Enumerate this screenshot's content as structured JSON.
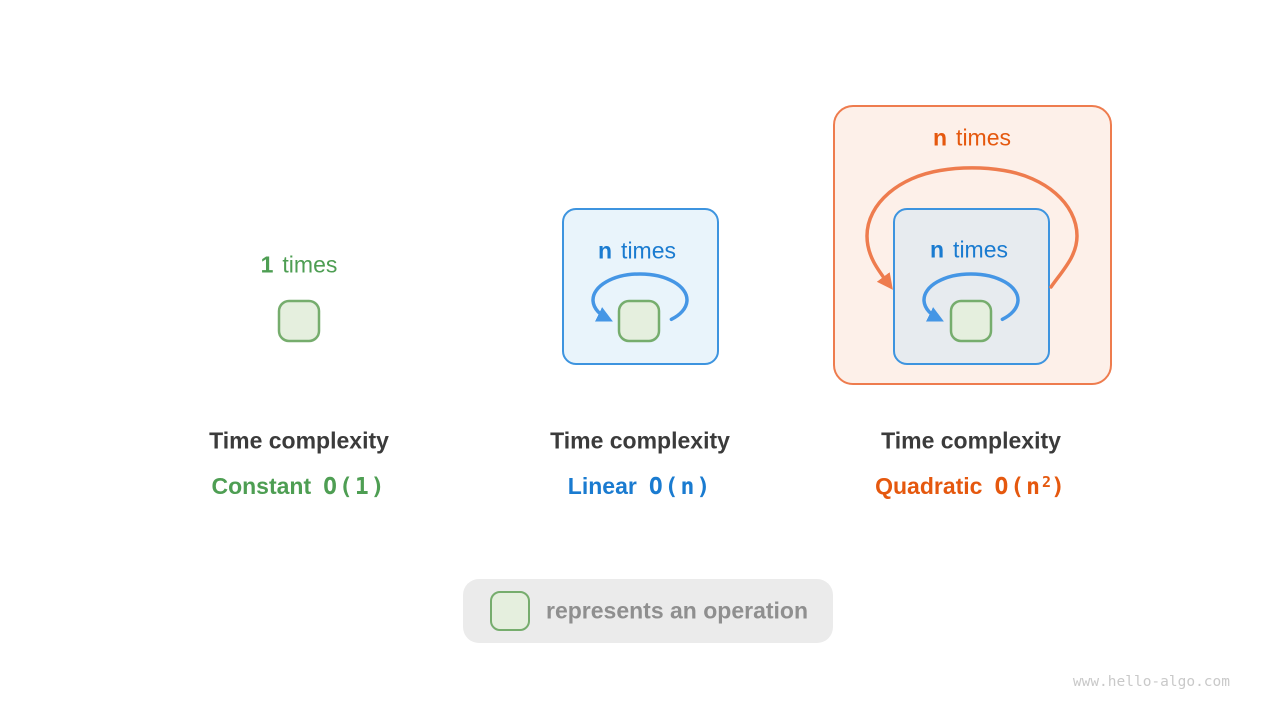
{
  "groups": [
    {
      "name": "constant",
      "count_label": "1",
      "times_label": "times",
      "title": "Time complexity",
      "complexity": "Constant",
      "big_o": "O(1)",
      "big_o_sup": "",
      "big_o_close": ""
    },
    {
      "name": "linear",
      "count_label": "n",
      "times_label": "times",
      "title": "Time complexity",
      "complexity": "Linear",
      "big_o": "O(n)",
      "big_o_sup": "",
      "big_o_close": ""
    },
    {
      "name": "quadratic",
      "outer_count_label": "n",
      "outer_times_label": "times",
      "count_label": "n",
      "times_label": "times",
      "title": "Time complexity",
      "complexity": "Quadratic",
      "big_o": "O(n",
      "big_o_sup": "2",
      "big_o_close": ")"
    }
  ],
  "legend": {
    "label": "represents an operation"
  },
  "watermark": "www.hello-algo.com",
  "colors": {
    "green_text": "#4e9e53",
    "green_square_fill": "#e5efde",
    "green_square_border": "#76ad6d",
    "blue_text": "#1a7bd0",
    "blue_border": "#3d94df",
    "blue_loop": "#4596e5",
    "blue_box_fill": "#e9f4fb",
    "blue_inner_box_fill": "#e7ebef",
    "orange_text": "#e5580e",
    "orange_border": "#ee7c4e",
    "orange_box_fill": "#fdf0e9",
    "title_text": "#3b3b3b",
    "legend_bg": "#ebebeb",
    "legend_text": "#8f8f8f",
    "watermark_text": "#c9c9c9"
  }
}
